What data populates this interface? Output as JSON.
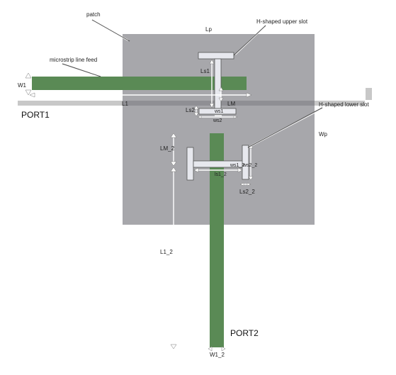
{
  "colors": {
    "patch": "#a7a7ab",
    "feed": "#5a8a55",
    "substrate_strip": "#c8c8c8",
    "slot": "#e7e8ee",
    "dimension": "#ffffff",
    "outline": "#444444"
  },
  "labels": {
    "patch": "patch",
    "lp": "Lp",
    "h_upper": "H-shaped upper slot",
    "microstrip": "microstrip line feed",
    "w1": "W1",
    "ls1": "Ls1",
    "l1": "L1",
    "lm": "LM",
    "port1": "PORT1",
    "ls2": "Ls2",
    "ws1": "ws1",
    "ws2": "ws2",
    "h_lower": "H-shaped lower slot",
    "wp": "Wp",
    "lm_2": "LM_2",
    "ws1_2": "ws1_2",
    "ws2_2": "ws2_2",
    "ls1_2": "ls1_2",
    "ls2_2": "Ls2_2",
    "l1_2": "L1_2",
    "port2": "PORT2",
    "w1_2": "W1_2"
  }
}
